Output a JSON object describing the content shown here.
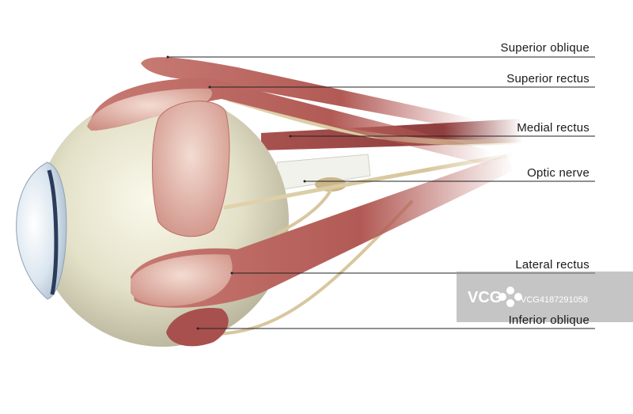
{
  "labels": {
    "superior_oblique": "Superior oblique",
    "superior_rectus": "Superior rectus",
    "medial_rectus": "Medial rectus",
    "optic_nerve": "Optic nerve",
    "lateral_rectus": "Lateral rectus",
    "inferior_oblique": "Inferior oblique"
  },
  "watermark": {
    "id_text": "VCG4187291058",
    "logo_text": "VCG"
  },
  "colors": {
    "muscle": "#b8605c",
    "muscle_light": "#e2b3a8",
    "globe": "#e7e4cf",
    "nerve": "#d8c79e",
    "cornea": "#c9d9e8",
    "leader_line": "#222222"
  }
}
